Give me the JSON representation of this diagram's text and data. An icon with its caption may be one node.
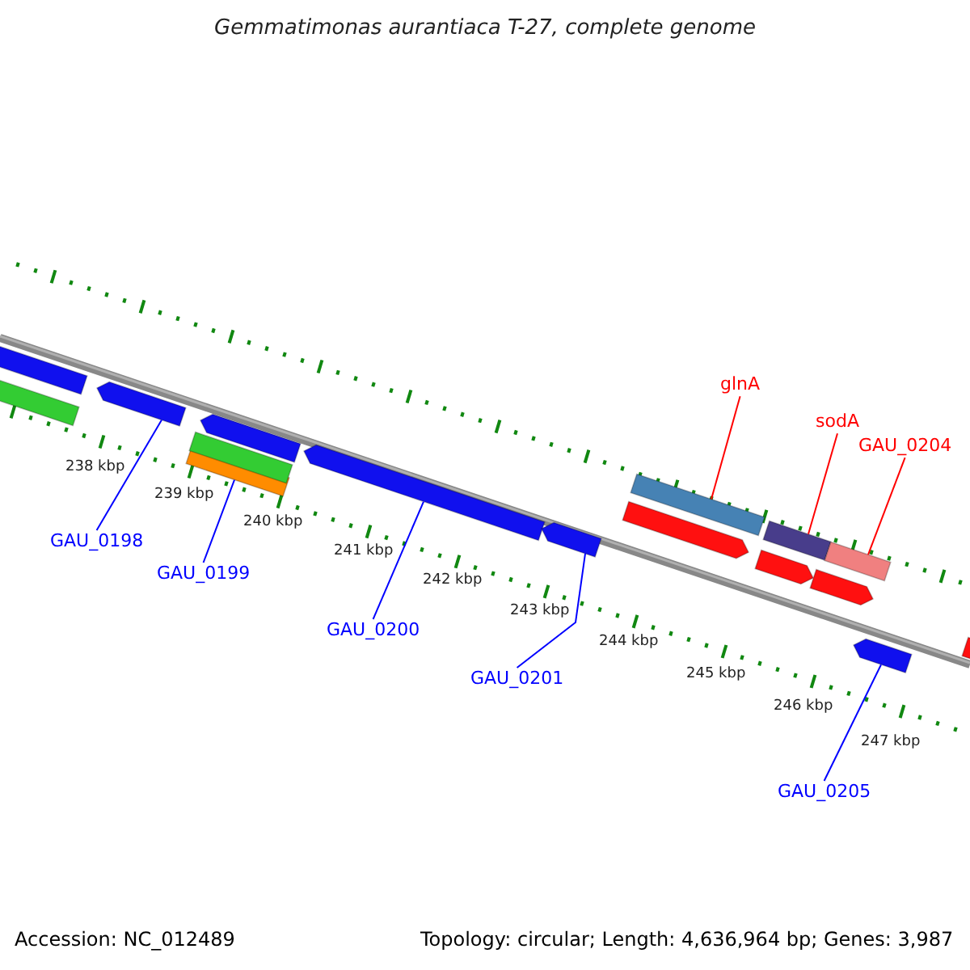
{
  "diagram": {
    "title": "Gemmatimonas aurantiaca T-27, complete genome",
    "nodes": [
      {
        "text": [
          "glnA"
        ]
      },
      {
        "text": [
          "sodA"
        ]
      },
      {
        "text": [
          "GAU_0204"
        ]
      },
      {
        "text": [
          "GAU_0198"
        ]
      },
      {
        "text": [
          "GAU_0199"
        ]
      },
      {
        "text": [
          "GAU_0200"
        ]
      },
      {
        "text": [
          "GAU_0201"
        ]
      },
      {
        "text": [
          "GAU_0205"
        ]
      },
      {
        "text": [],
        "shape": "bar"
      },
      {
        "text": [],
        "shape": "bar"
      },
      {
        "text": [],
        "shape": "bar"
      },
      {
        "text": [],
        "shape": "bar"
      },
      {
        "text": [],
        "shape": "bar"
      },
      {
        "text": [],
        "shape": "bar"
      },
      {
        "text": [],
        "shape": "bar"
      },
      {
        "text": [],
        "shape": "bar"
      },
      {
        "text": [],
        "shape": "bar"
      },
      {
        "text": [],
        "shape": "bar"
      },
      {
        "text": [],
        "shape": "bar"
      },
      {
        "text": [],
        "shape": "bar"
      },
      {
        "text": [],
        "shape": "bar"
      },
      {
        "text": [],
        "shape": "bar"
      },
      {
        "text": [],
        "shape": "bar"
      },
      {
        "text": [],
        "shape": "bar"
      }
    ],
    "edges": [
      {
        "from": 0,
        "to": 17,
        "arrow": "none",
        "color": "#ff0000"
      },
      {
        "from": 1,
        "to": 19,
        "arrow": "none",
        "color": "#ff0000"
      },
      {
        "from": 2,
        "to": 21,
        "arrow": "none",
        "color": "#ff0000"
      },
      {
        "from": 3,
        "to": 10,
        "arrow": "none"
      },
      {
        "from": 4,
        "to": 11,
        "arrow": "none"
      },
      {
        "from": 5,
        "to": 14,
        "arrow": "none"
      },
      {
        "from": 6,
        "to": 15,
        "arrow": "none"
      },
      {
        "from": 7,
        "to": 22,
        "arrow": "none"
      }
    ],
    "labels": [
      "238 kbp",
      "239 kbp",
      "240 kbp",
      "241 kbp",
      "242 kbp",
      "243 kbp",
      "244 kbp",
      "245 kbp",
      "246 kbp",
      "247 kbp",
      "Accession: NC_012489",
      "Topology: circular; Length: 4,636,964 bp; Genes: 3,987"
    ]
  }
}
